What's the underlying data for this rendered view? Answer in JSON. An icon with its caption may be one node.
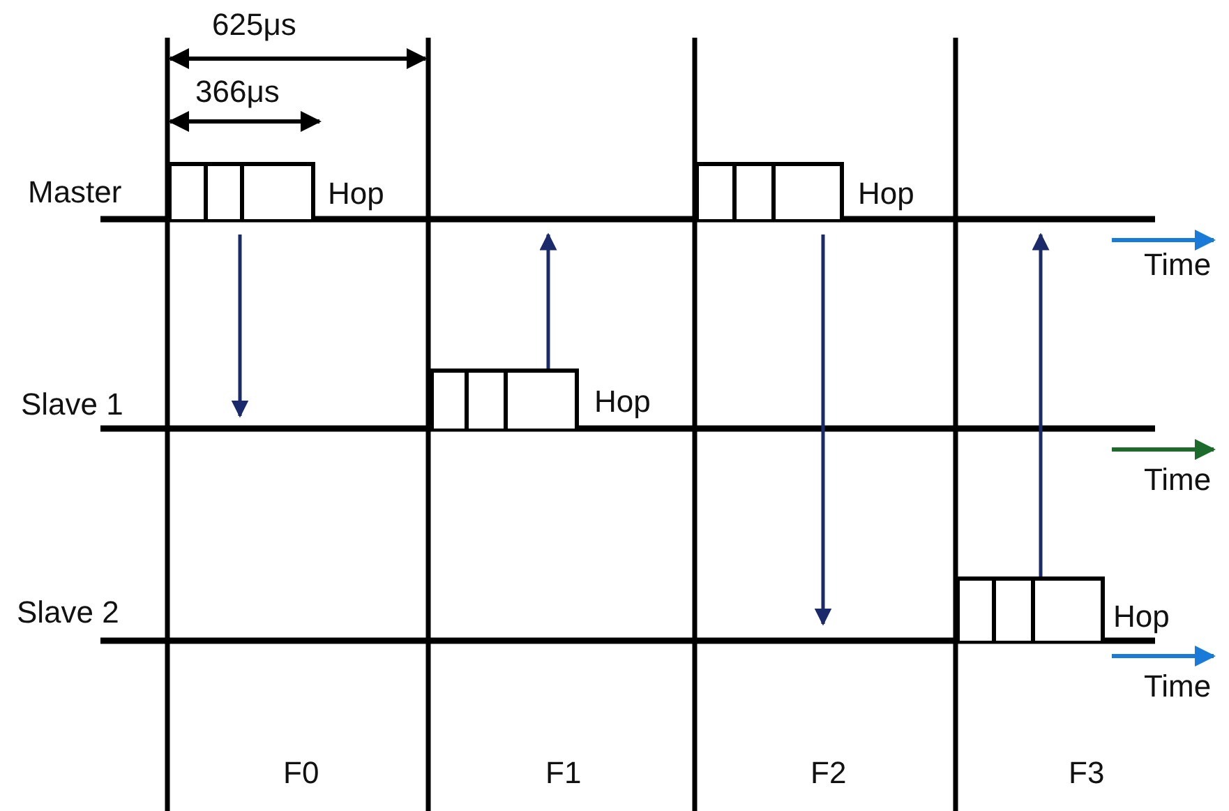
{
  "diagram": {
    "nodes": [
      {
        "text": [],
        "shape": "box",
        "beside": [
          "Hop"
        ]
      },
      {
        "text": [],
        "shape": "box",
        "beside": [
          "Hop"
        ]
      },
      {
        "text": [],
        "shape": "box",
        "beside": [
          "Hop"
        ]
      },
      {
        "text": [],
        "shape": "box",
        "beside": [
          "Hop"
        ]
      }
    ],
    "edges": [
      {
        "from": 0,
        "to": null,
        "arrow": "to"
      },
      {
        "from": 1,
        "to": null,
        "arrow": "to"
      },
      {
        "from": 2,
        "to": null,
        "arrow": "to"
      },
      {
        "from": 3,
        "to": null,
        "arrow": "to"
      }
    ],
    "labels": [
      "625μs",
      "366μs",
      "Master",
      "Time",
      "Slave 1",
      "Time",
      "Slave 2",
      "Time",
      "F0",
      "F1",
      "F2",
      "F3"
    ]
  }
}
